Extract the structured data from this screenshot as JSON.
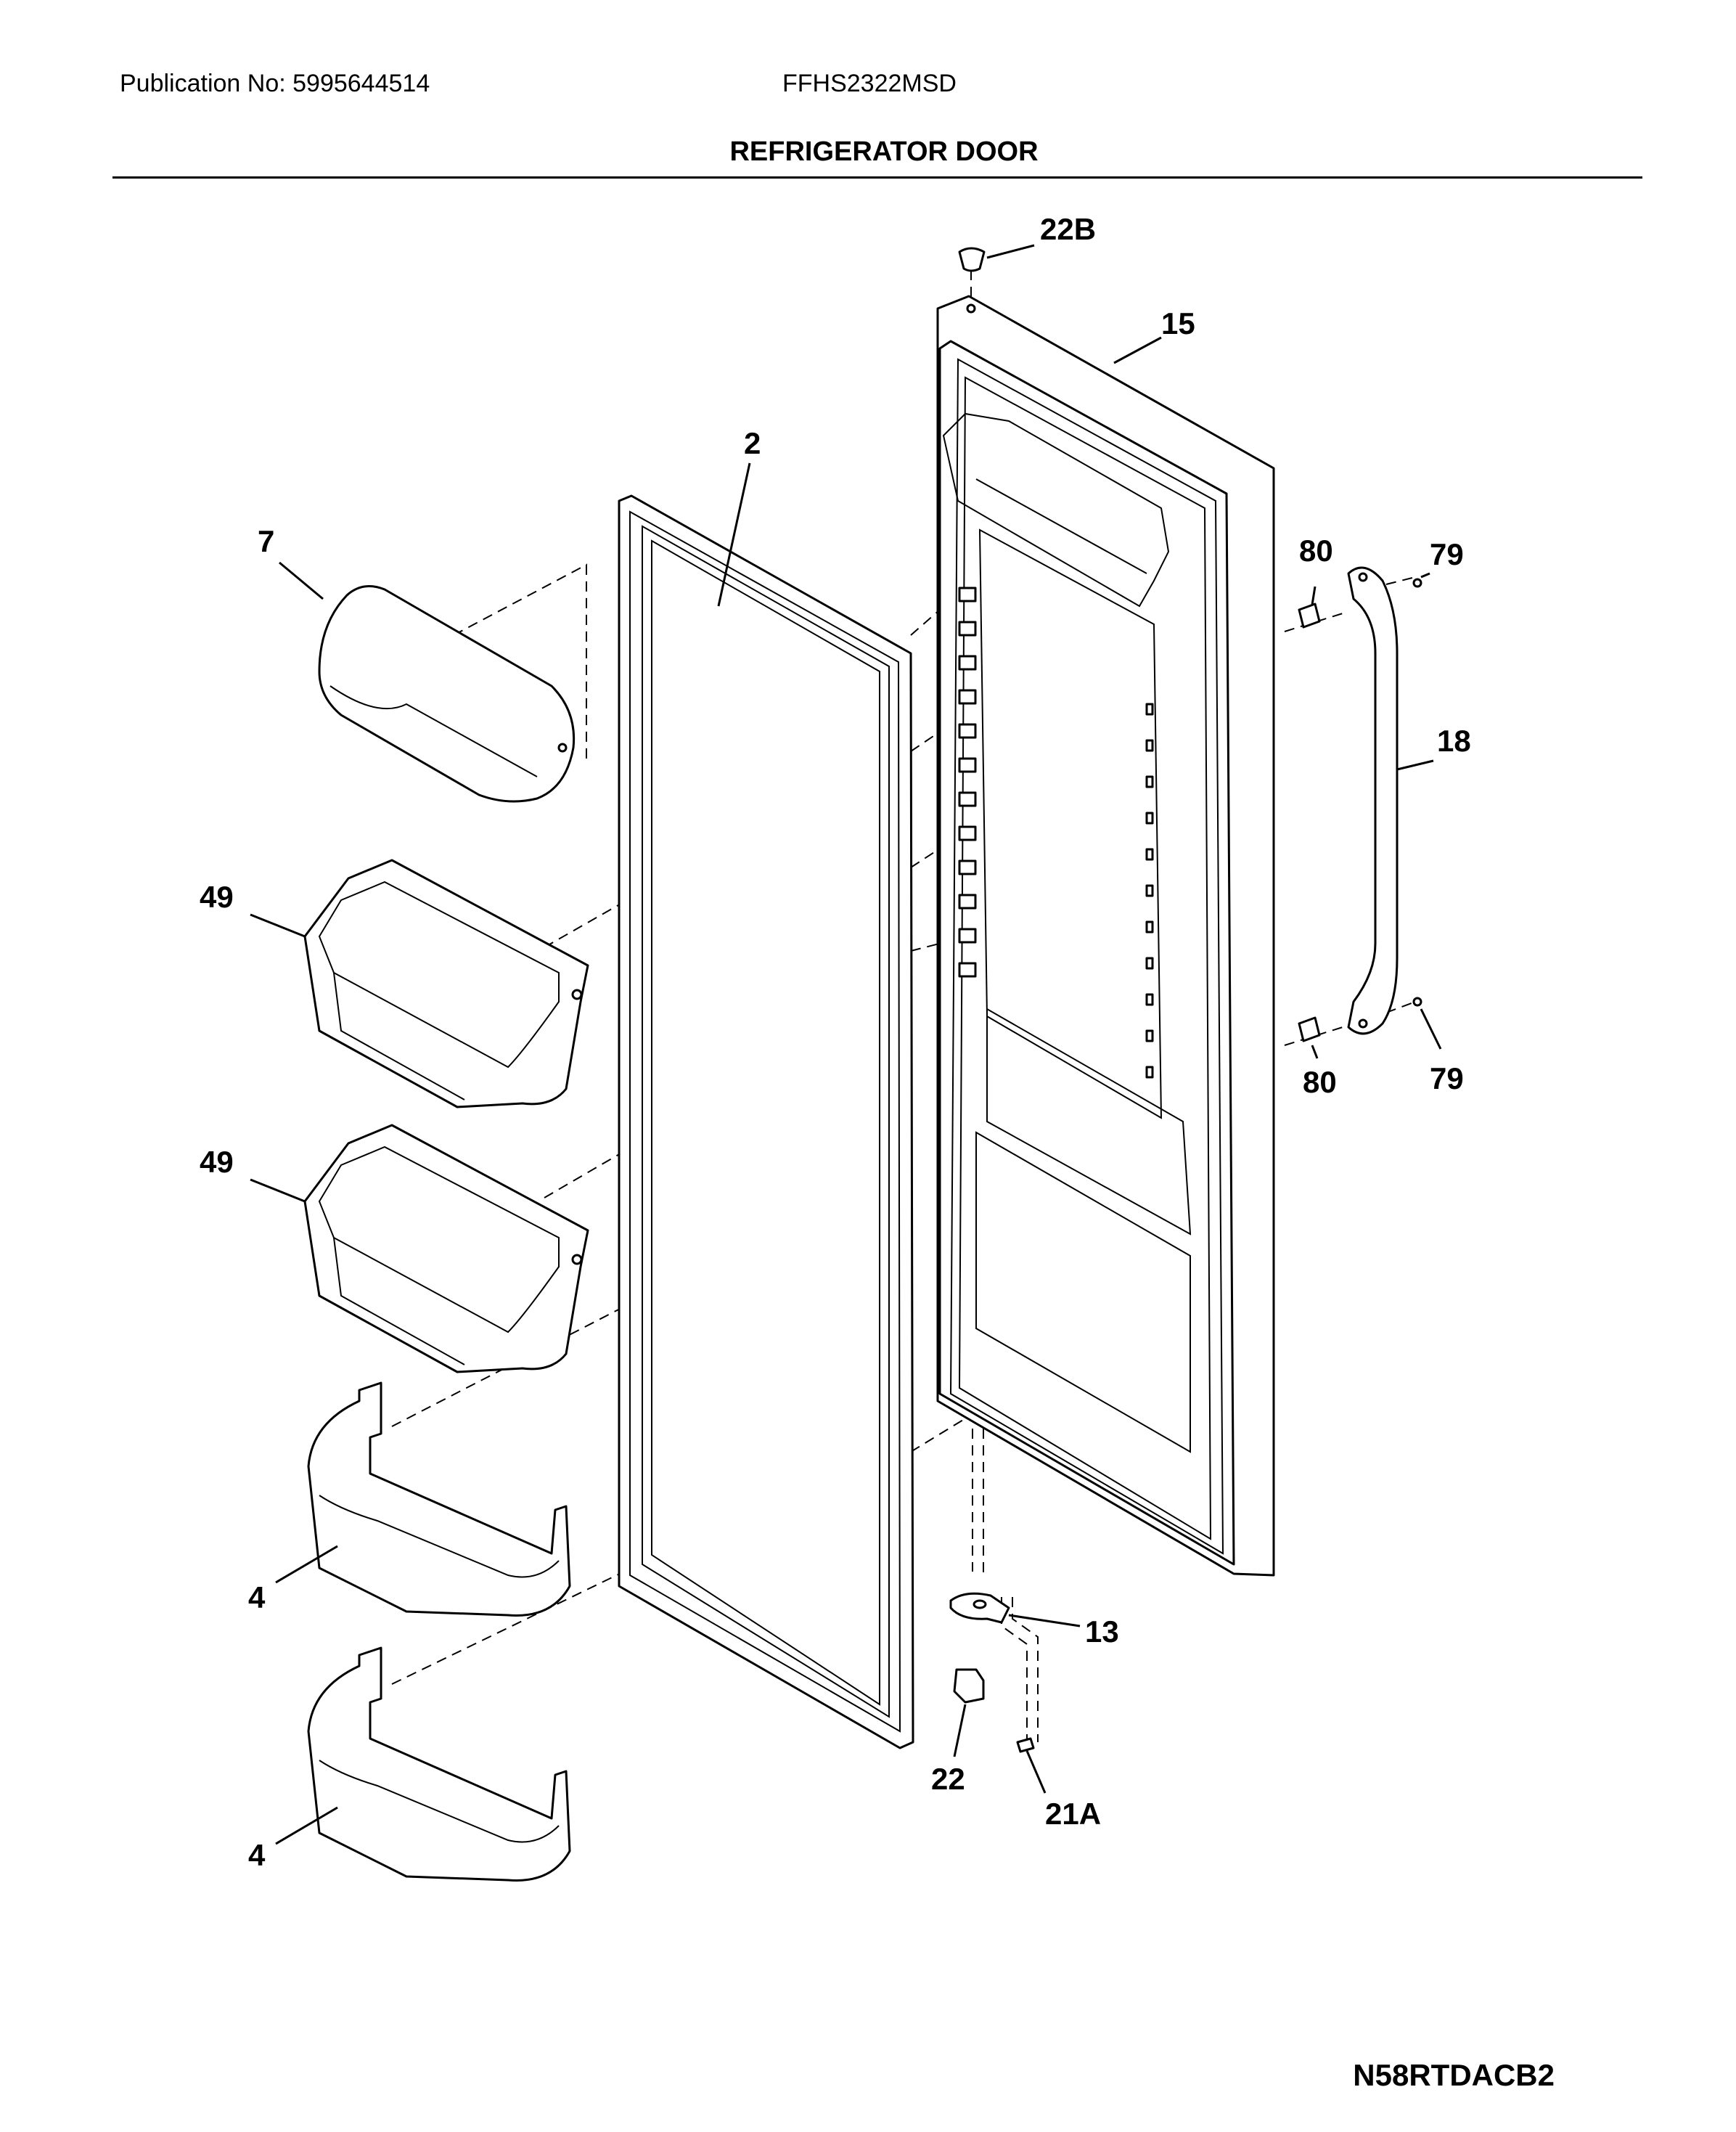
{
  "header": {
    "publication": "Publication No: 5995644514",
    "model": "FFHS2322MSD",
    "title": "REFRIGERATOR DOOR"
  },
  "callouts": {
    "c22b": "22B",
    "c15": "15",
    "c2": "2",
    "c7": "7",
    "c80a": "80",
    "c79a": "79",
    "c18": "18",
    "c49a": "49",
    "c49b": "49",
    "c80b": "80",
    "c79b": "79",
    "c4a": "4",
    "c13": "13",
    "c22": "22",
    "c21a": "21A",
    "c4b": "4"
  },
  "footer": {
    "code": "N58RTDACB2"
  }
}
